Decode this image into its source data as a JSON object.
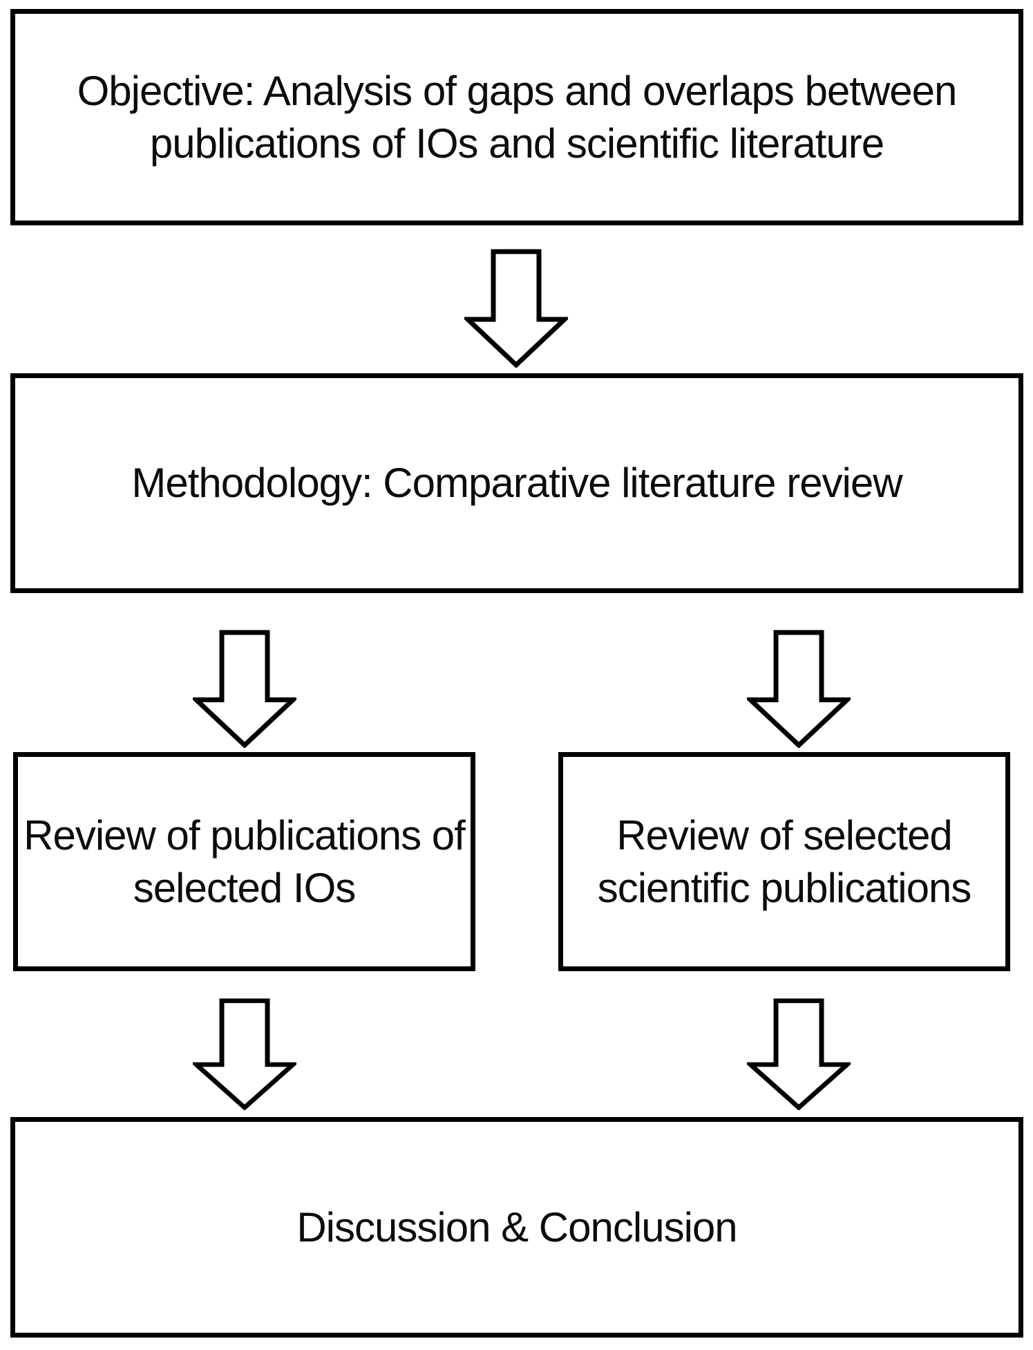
{
  "diagram": {
    "type": "flowchart",
    "background_color": "#ffffff",
    "box_fill_color": "#ffffff",
    "box_border_color": "#000000",
    "text_color": "#0c0c0c",
    "arrow_style": "outlined-block-arrow-down",
    "nodes": {
      "objective": {
        "text": "Objective: Analysis of gaps and overlaps between publications of IOs and scientific literature"
      },
      "methodology": {
        "text": "Methodology: Comparative literature review"
      },
      "review_ios": {
        "text": "Review of publications of selected IOs"
      },
      "review_sci": {
        "text": "Review of selected scientific publications"
      },
      "discussion": {
        "text": "Discussion & Conclusion"
      }
    },
    "connectors": [
      {
        "from": "objective",
        "to": "methodology",
        "type": "block-arrow-down"
      },
      {
        "from": "methodology",
        "to": "review_ios",
        "type": "block-arrow-down"
      },
      {
        "from": "methodology",
        "to": "review_sci",
        "type": "block-arrow-down"
      },
      {
        "from": "review_ios",
        "to": "discussion",
        "type": "block-arrow-down"
      },
      {
        "from": "review_sci",
        "to": "discussion",
        "type": "block-arrow-down"
      }
    ]
  }
}
